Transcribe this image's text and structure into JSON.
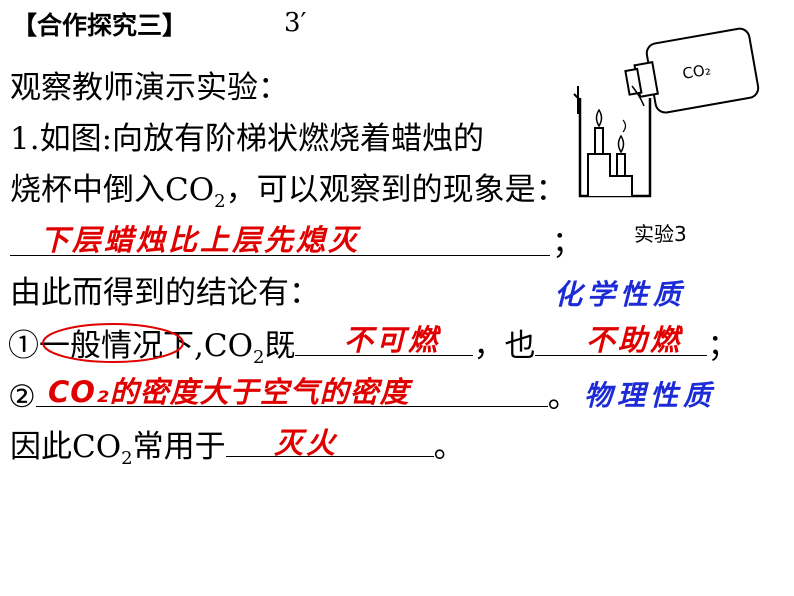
{
  "header": {
    "title": "【合作探究三】",
    "time": "3′"
  },
  "intro": "观察教师演示实验：",
  "q1": {
    "line1": "1.如图:向放有阶梯状燃烧着蜡烛的",
    "line2_pre": "烧杯中倒入CO",
    "line2_sub": "2",
    "line2_post": "，可以观察到的现象是：",
    "answer": "下层蜡烛比上层先熄灭",
    "end": "；"
  },
  "figure": {
    "bottle_label": "CO₂",
    "caption": "实验3"
  },
  "conclusion": {
    "label": "由此而得到的结论有：",
    "chem_note": "化学性质",
    "item1_num": "①",
    "item1_pre": "一般情况下,CO",
    "item1_sub": "2",
    "item1_mid": "既",
    "item1_ans1": "不可燃",
    "item1_sep": "，也",
    "item1_ans2": "不助燃",
    "item1_end": "；",
    "item2_num": "②",
    "item2_ans": "CO₂的密度大于空气的密度",
    "item2_end": "。",
    "phys_note": "物理性质"
  },
  "usage": {
    "pre": "因此CO",
    "sub": "2",
    "mid": "常用于",
    "ans": "灭火",
    "end": "。"
  },
  "colors": {
    "answer": "#e00000",
    "note": "#1c2bd6"
  }
}
